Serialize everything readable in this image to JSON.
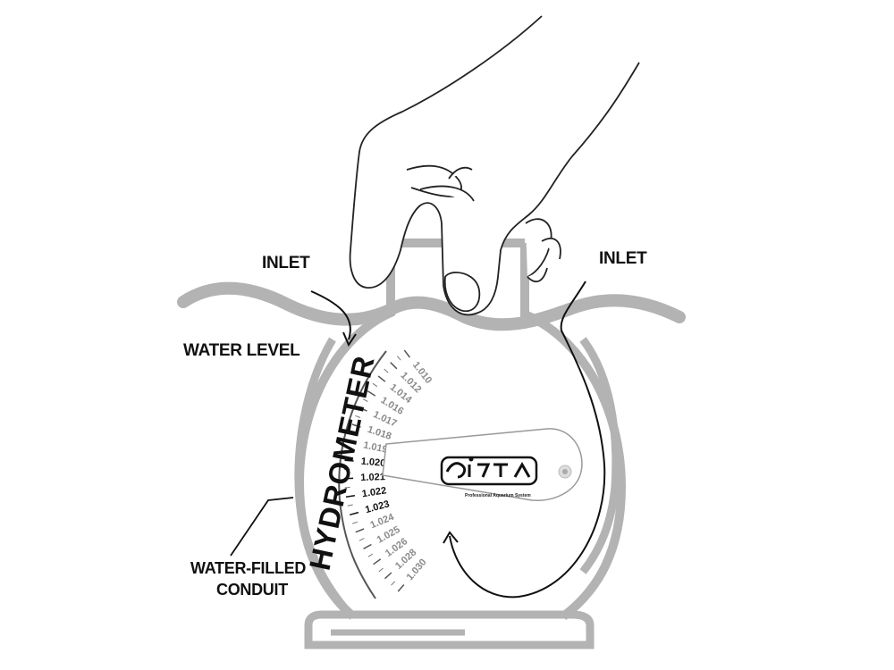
{
  "labels": {
    "inlet_left": "INLET",
    "inlet_right": "INLET",
    "water_level": "WATER LEVEL",
    "hydrometer": "HYDROMETER",
    "water_filled_line1": "WATER-FILLED",
    "water_filled_line2": "CONDUIT"
  },
  "scale": {
    "ticks": [
      {
        "label": "1.030",
        "emphasis": false
      },
      {
        "label": "1.028",
        "emphasis": false
      },
      {
        "label": "1.026",
        "emphasis": false
      },
      {
        "label": "1.025",
        "emphasis": false
      },
      {
        "label": "1.024",
        "emphasis": false
      },
      {
        "label": "1.023",
        "emphasis": true
      },
      {
        "label": "1.022",
        "emphasis": true
      },
      {
        "label": "1.021",
        "emphasis": true
      },
      {
        "label": "1.020",
        "emphasis": true
      },
      {
        "label": "1.019",
        "emphasis": false
      },
      {
        "label": "1.018",
        "emphasis": false
      },
      {
        "label": "1.017",
        "emphasis": false
      },
      {
        "label": "1.016",
        "emphasis": false
      },
      {
        "label": "1.014",
        "emphasis": false
      },
      {
        "label": "1.012",
        "emphasis": false
      },
      {
        "label": "1.010",
        "emphasis": false
      }
    ]
  },
  "brand": {
    "logo": "ISTA",
    "tagline": "Professional Aquarium System"
  },
  "colors": {
    "outline": "#b3b3b3",
    "ink": "#111111",
    "scale_text": "#8a8a8a"
  }
}
